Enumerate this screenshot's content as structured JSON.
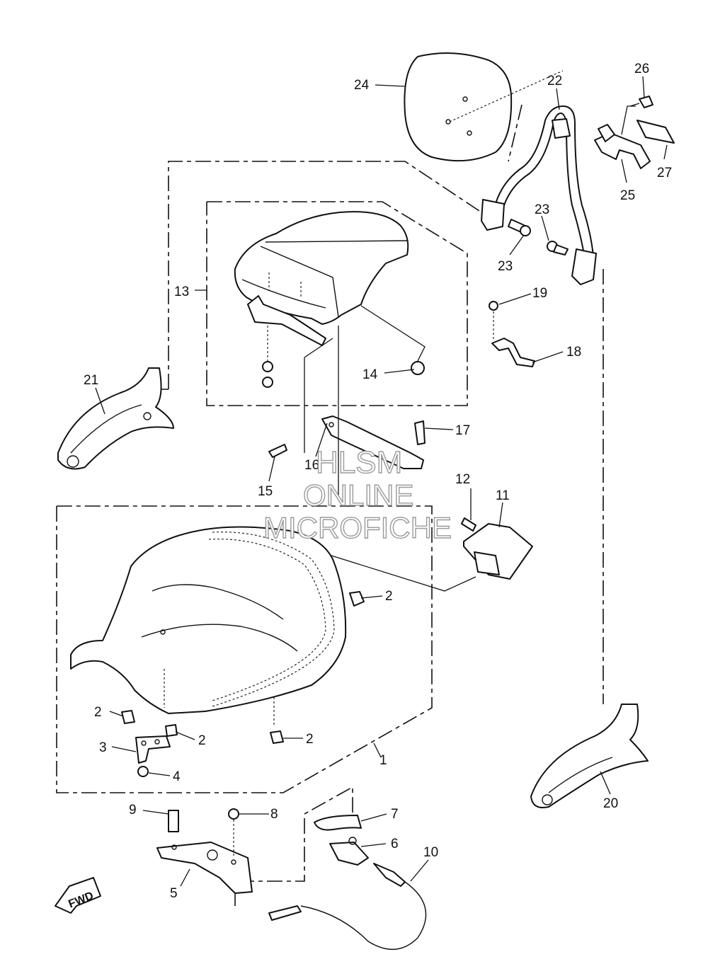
{
  "watermark": {
    "line1": "HLSM",
    "line2": "ONLINE",
    "line3": "MICROFICHE"
  },
  "fwd_badge": "FWD",
  "callouts": {
    "c1": "1",
    "c2a": "2",
    "c2b": "2",
    "c2c": "2",
    "c2d": "2",
    "c3": "3",
    "c4": "4",
    "c5": "5",
    "c6": "6",
    "c7": "7",
    "c8": "8",
    "c9": "9",
    "c10": "10",
    "c11": "11",
    "c12": "12",
    "c13": "13",
    "c14": "14",
    "c15": "15",
    "c16": "16",
    "c17": "17",
    "c18": "18",
    "c19": "19",
    "c20": "20",
    "c21": "21",
    "c22": "22",
    "c23a": "23",
    "c23b": "23",
    "c24": "24",
    "c25": "25",
    "c26": "26",
    "c27": "27"
  }
}
